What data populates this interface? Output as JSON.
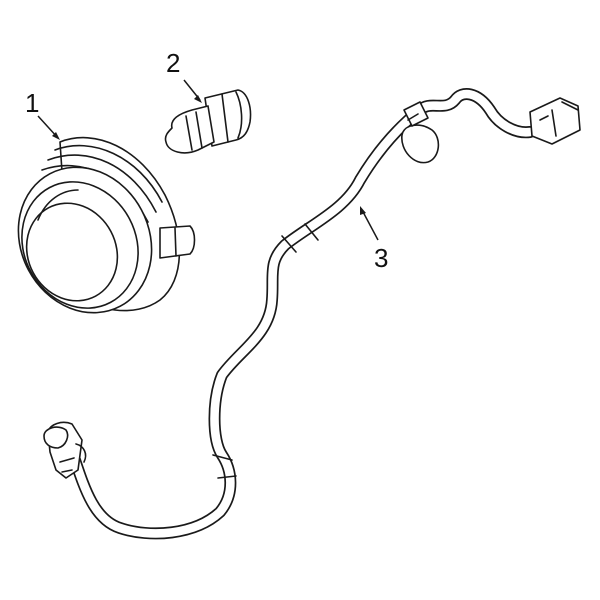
{
  "callouts": [
    {
      "id": "1",
      "text": "1"
    },
    {
      "id": "2",
      "text": "2"
    },
    {
      "id": "3",
      "text": "3"
    }
  ],
  "colors": {
    "line": "#1a1a1a",
    "background": "#ffffff"
  }
}
